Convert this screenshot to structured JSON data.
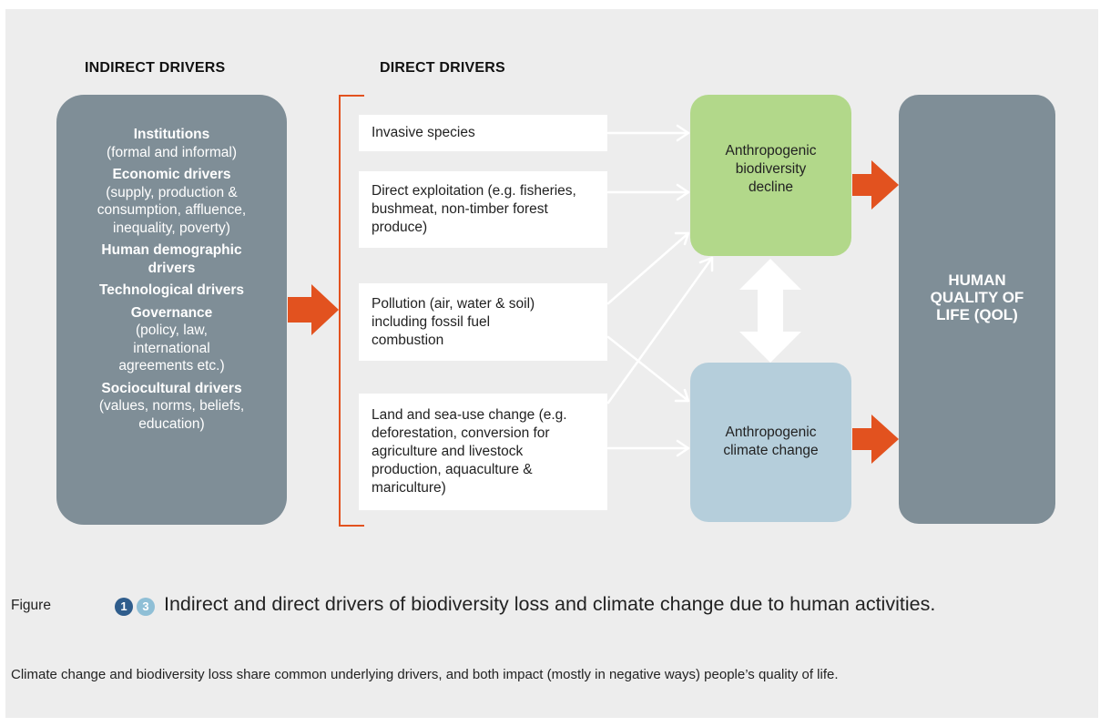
{
  "headers": {
    "indirect": "INDIRECT DRIVERS",
    "direct": "DIRECT DRIVERS"
  },
  "indirect_drivers": [
    {
      "title": "Institutions",
      "detail": "(formal and informal)"
    },
    {
      "title": "Economic drivers",
      "detail": "(supply, production & consumption, affluence, inequality, poverty)"
    },
    {
      "title": "Human demographic drivers",
      "detail": ""
    },
    {
      "title": "Technological drivers",
      "detail": ""
    },
    {
      "title": "Governance",
      "detail": "(policy, law, international agreements etc.)"
    },
    {
      "title": "Sociocultural drivers",
      "detail": "(values, norms, beliefs, education)"
    }
  ],
  "direct_drivers": [
    "Invasive species",
    "Direct exploitation (e.g. fisheries, bushmeat, non-timber forest produce)",
    "Pollution (air, water & soil) including fossil fuel combustion",
    "Land and sea-use change (e.g. deforestation, conversion for agriculture and livestock production, aquaculture & mariculture)"
  ],
  "outcomes": {
    "biodiversity": "Anthropogenic biodiversity decline",
    "climate": "Anthropogenic climate change"
  },
  "qol": "HUMAN QUALITY OF LIFE (QOL)",
  "figure": {
    "label": "Figure",
    "badge1": "1",
    "badge2": "3",
    "title": "Indirect and direct drivers of biodiversity loss and climate change due to human activities.",
    "caption": "Climate change and biodiversity loss share common underlying drivers, and both impact (mostly in negative ways) people’s quality of life."
  },
  "colors": {
    "panel_bg": "#ededed",
    "slate": "#7f8e97",
    "accent_orange": "#e2521f",
    "biodiversity_green": "#b2d88a",
    "climate_blue": "#b5cedb",
    "badge_dark": "#2f5d8c",
    "badge_light": "#8fbfd6"
  }
}
